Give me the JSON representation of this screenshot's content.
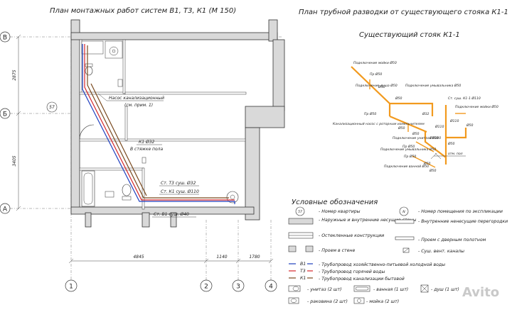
{
  "titles": {
    "left": "План монтажных работ систем В1, Т3, К1 (М 150)",
    "right": "План трубной разводки от существующего стояка К1-1",
    "riser": "Существующий стояк К1-1"
  },
  "axes": {
    "rows": [
      "В",
      "Б",
      "А"
    ],
    "cols": [
      "1",
      "2",
      "3",
      "4"
    ],
    "row_dims": [
      "2875",
      "3405"
    ],
    "col_dims": [
      "4845",
      "1140",
      "1780"
    ]
  },
  "plan_labels": {
    "apartment": "57",
    "pump": "Насос канализационный",
    "pump_note": "(см. прим. 1)",
    "k1_floor": "К1 Ø32",
    "k1_floor_note": "В стяжке пола",
    "t3_riser": "Ст. Т3 суш. Ø32",
    "k1_riser": "Ст. К1 суш. Ø110",
    "b1_riser": "Ст. В1 суш. Ø40"
  },
  "riser_labels": [
    "Подключение мойки Ø50",
    "Ø50",
    "Подключение душа Ø50",
    "Подключение умывальника Ø50",
    "Ø50",
    "Ст. суш. К1-1 Ø110",
    "Подключение мойки Ø50",
    "Пр Ø50",
    "Ø32",
    "Канализационный насос с роторным измельчителем",
    "Ø110",
    "Подключение унитаза Ø100",
    "Пр Ø50",
    "Подключение умывальника Ø50",
    "Пр Ø50",
    "Подключение ванной Ø50",
    "Ø50",
    "Ø50",
    "Ø50",
    "Ø50",
    "Ø50",
    "Ø100",
    "Ø110",
    "Пр Ø50",
    "отм. пол",
    "Ø50"
  ],
  "legend": {
    "title": "Условные обозначения",
    "items_left": [
      {
        "symbol": "57",
        "text": "- Номер квартиры"
      },
      {
        "text": "- Наружные и внутренние несущие стены"
      },
      {
        "text": "- Остекленные конструкции"
      },
      {
        "text": "- Проем в стене"
      }
    ],
    "items_right": [
      {
        "symbol": "N",
        "text": "- Номер помещения по экспликации"
      },
      {
        "text": "- Внутренние ненесущие перегородки"
      },
      {
        "text": "- Проем с дверным полотном"
      },
      {
        "text": "- Суш. вент. каналы"
      }
    ],
    "pipes": [
      {
        "code": "В1",
        "text": "- Трубопровод хозяйственно-питьевой холодной воды",
        "color": "#1f3fbf"
      },
      {
        "code": "Т3",
        "text": "- Трубопровод горячей воды",
        "color": "#d4242b"
      },
      {
        "code": "К1",
        "text": "- Трубопровод канализации бытовой",
        "color": "#7a4a1f"
      }
    ],
    "fixtures": [
      "- унитаз (2 шт)",
      "- ванная (1 шт)",
      "- душ (1 шт)",
      "- раковина (2 шт)",
      "- мойка (2 шт)"
    ]
  },
  "watermark": "Avito"
}
